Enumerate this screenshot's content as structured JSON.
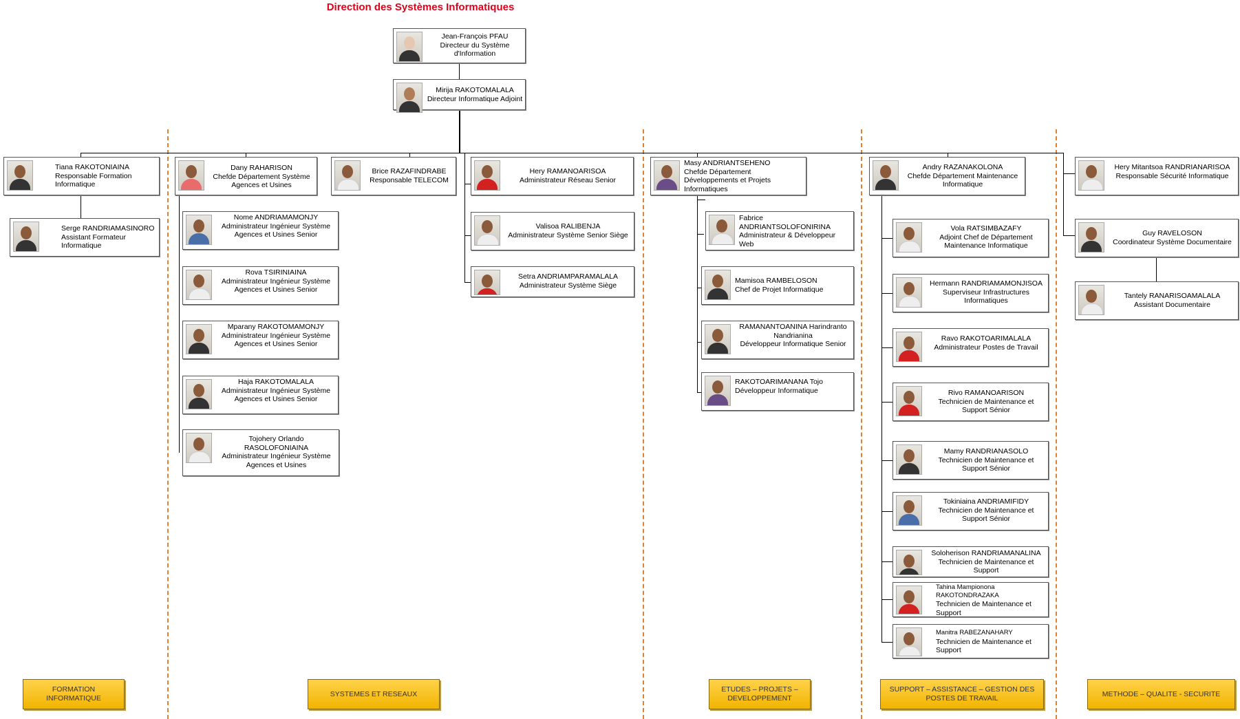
{
  "title": "Direction des Systèmes Informatiques",
  "top": [
    {
      "name": "Jean-François PFAU",
      "role": "Directeur du Système d'Information"
    },
    {
      "name": "Mirija RAKOTOMALALA",
      "role": "Directeur Informatique Adjoint"
    }
  ],
  "formation": {
    "head": {
      "name": "Tiana RAKOTONIAINA",
      "role": "Responsable Formation Informatique"
    },
    "members": [
      {
        "name": "Serge RANDRIAMASINORO",
        "role": "Assistant Formateur Informatique"
      }
    ]
  },
  "systemes": {
    "head": {
      "name": "Dany RAHARISON",
      "role": "Chefde Département Système Agences et Usines"
    },
    "members": [
      {
        "name": "Nome ANDRIAMAMONJY",
        "role": "Administrateur Ingénieur Système Agences et Usines Senior"
      },
      {
        "name": "Rova TSIRINIAINA",
        "role": "Administrateur Ingénieur Système Agences et Usines Senior"
      },
      {
        "name": "Mparany RAKOTOMAMONJY",
        "role": "Administrateur Ingénieur Système Agences et Usines Senior"
      },
      {
        "name": "Haja RAKOTOMALALA",
        "role": "Administrateur Ingénieur Système Agences et Usines Senior"
      },
      {
        "name": "Tojohery Orlando RASOLOFONIAINA",
        "role": "Administrateur Ingénieur Système Agences et Usines"
      }
    ],
    "telecom": {
      "name": "Brice RAZAFINDRABE",
      "role": "Responsable TELECOM"
    },
    "reseau": [
      {
        "name": "Hery RAMANOARISOA",
        "role": "Administrateur Réseau Senior"
      },
      {
        "name": "Valisoa RALIBENJA",
        "role": "Administrateur Système Senior Siège"
      },
      {
        "name": "Setra ANDRIAMPARAMALALA",
        "role": "Administrateur Système Siège"
      }
    ]
  },
  "etudes": {
    "head": {
      "name": "Masy ANDRIANTSEHENO",
      "role": "Chefde Département Développements et Projets Informatiques"
    },
    "members": [
      {
        "name": "Fabrice ANDRIANTSOLOFONIRINA",
        "role": "Administrateur & Développeur Web"
      },
      {
        "name": "Mamisoa RAMBELOSON",
        "role": "Chef de Projet Informatique"
      },
      {
        "name": "RAMANANTOANINA Harindranto Nandrianina",
        "role": "Développeur Informatique Senior"
      },
      {
        "name": "RAKOTOARIMANANA Tojo",
        "role": "Développeur Informatique"
      }
    ]
  },
  "support": {
    "head": {
      "name": "Andry RAZANAKOLONA",
      "role": "Chefde Département Maintenance Informatique"
    },
    "members": [
      {
        "name": "Vola RATSIMBAZAFY",
        "role": "Adjoint Chef de Département Maintenance Informatique"
      },
      {
        "name": "Hermann RANDRIAMAMONJISOA",
        "role": "Superviseur Infrastructures Informatiques"
      },
      {
        "name": "Ravo RAKOTOARIMALALA",
        "role": "Administrateur Postes de Travail"
      },
      {
        "name": "Rivo RAMANOARISON",
        "role": "Technicien de Maintenance et Support Sénior"
      },
      {
        "name": "Mamy RANDRIANASOLO",
        "role": "Technicien de Maintenance et Support Sénior"
      },
      {
        "name": "Tokiniaina ANDRIAMIFIDY",
        "role": "Technicien de Maintenance et Support Sénior"
      },
      {
        "name": "Soloherison RANDRIAMANALINA",
        "role": "Technicien de Maintenance et Support"
      },
      {
        "name": "Tahina Mampionona RAKOTONDRAZAKA",
        "role": "Technicien de Maintenance et Support"
      },
      {
        "name": "Manitra RABEZANAHARY",
        "role": "Technicien de Maintenance et Support"
      }
    ]
  },
  "methode": {
    "head": {
      "name": "Hery Mitantsoa RANDRIANARISOA",
      "role": "Responsable Sécurité Informatique"
    },
    "members": [
      {
        "name": "Guy RAVELOSON",
        "role": "Coordinateur Système Documentaire"
      },
      {
        "name": "Tantely RANARISOAMALALA",
        "role": "Assistant Documentaire"
      }
    ]
  },
  "categories": [
    "FORMATION INFORMATIQUE",
    "SYSTEMES ET RESEAUX",
    "ETUDES – PROJETS – DEVELOPPEMENT",
    "SUPPORT – ASSISTANCE – GESTION DES POSTES DE TRAVAIL",
    "METHODE – QUALITE - SECURITE"
  ],
  "colors": {
    "title": "#e0001a",
    "divider": "#e08030",
    "category_fill": "#f2b400"
  }
}
